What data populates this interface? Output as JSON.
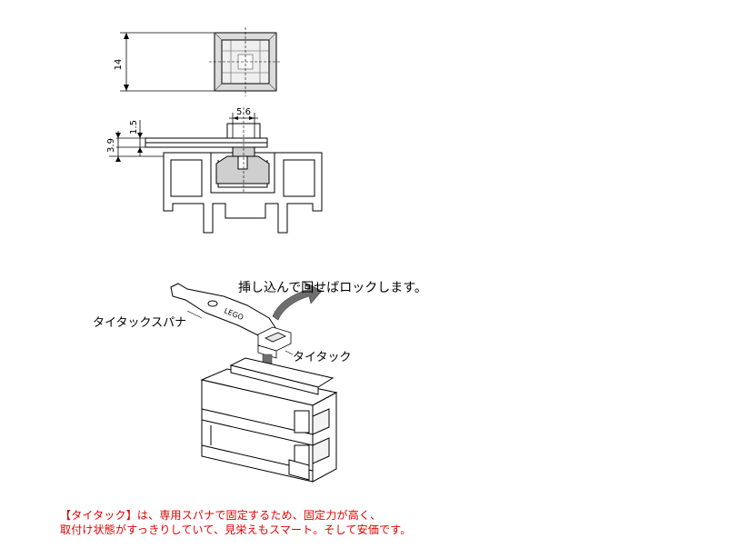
{
  "dimensions": {
    "height": "14",
    "width": "5.6",
    "thickness_a": "1.5",
    "thickness_b": "3.9"
  },
  "labels": {
    "instruction": "挿し込んで回せばロックします。",
    "spanner": "タイタックスパナ",
    "nut": "タイタック"
  },
  "caption": {
    "line1": "【タイタック】は、専用スパナで固定するため、固定力が高く、",
    "line2": "取付け状態がすっきりしていて、見栄えもスマート。そして安価です。"
  },
  "colors": {
    "caption": "#e60000",
    "arrow": "#6e6e6e",
    "part_fill": "#cfcfcf"
  }
}
